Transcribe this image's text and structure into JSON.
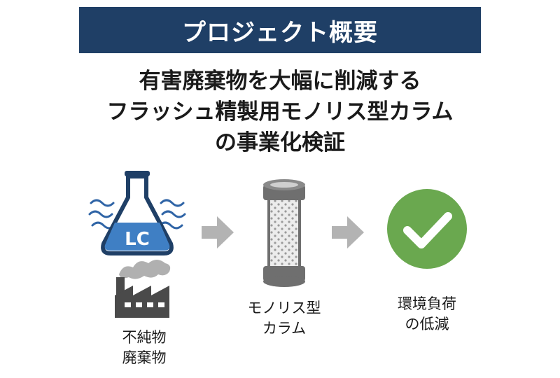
{
  "banner": {
    "title": "プロジェクト概要"
  },
  "headline": {
    "line1": "有害廃棄物を大幅に削減する",
    "line2": "フラッシュ精製用モノリス型カラム",
    "line3": "の事業化検証"
  },
  "flow": {
    "lc_flask_label": "LC",
    "impurity_waste": {
      "line1": "不純物",
      "line2": "廃棄物"
    },
    "monolith_column": {
      "line1": "モノリス型",
      "line2": "カラム"
    },
    "environment": {
      "line1": "環境負荷",
      "line2": "の低減"
    }
  },
  "colors": {
    "banner_bg": "#1f3f66",
    "flask_fill": "#2f64a6",
    "flask_liquid": "#3f7fc4",
    "arrow_gray": "#b3b3b3",
    "factory": "#4a4a4a",
    "smoke": "#b0b0b0",
    "column_metal": "#6f6f6f",
    "check_green": "#6aa84f"
  }
}
